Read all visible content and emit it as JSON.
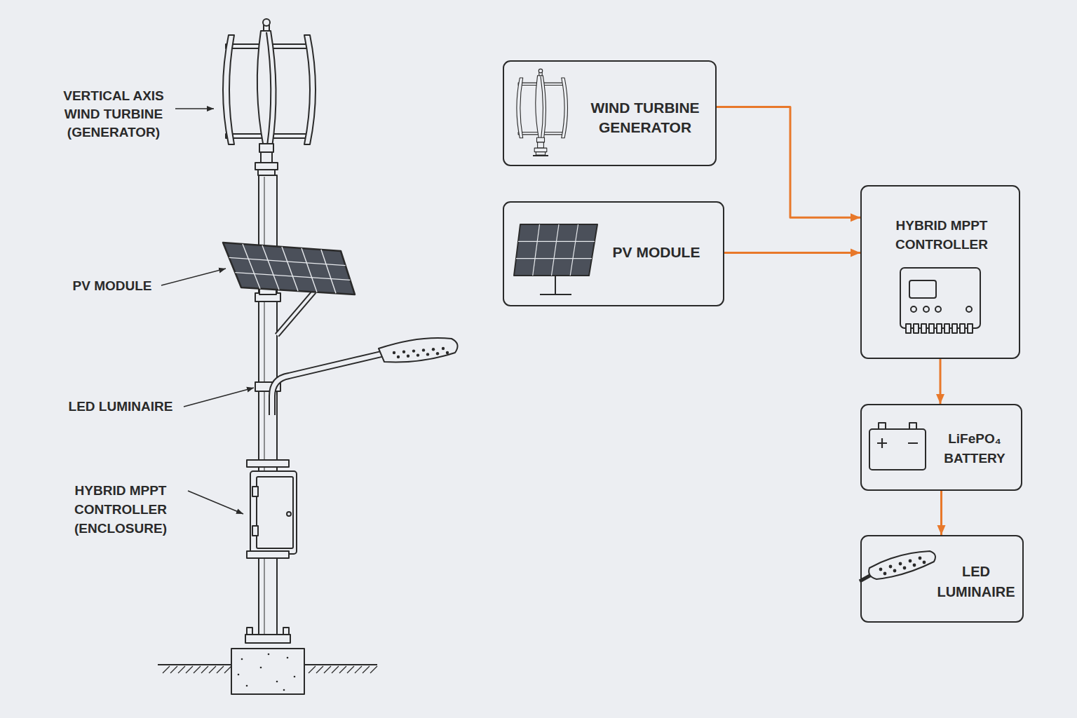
{
  "diagram": {
    "nodes": [
      {
        "text": [
          "WIND TURBINE GENERATOR"
        ]
      },
      {
        "text": [
          "PV MODULE"
        ]
      },
      {
        "text": [
          "HYBRID MPPT CONTROLLER"
        ]
      },
      {
        "text": [
          "LiFePO₄ BATTERY"
        ]
      },
      {
        "text": [
          "LED LUMINAIRE"
        ]
      }
    ],
    "edges": [
      {
        "from": 0,
        "to": 2,
        "arrow": "to"
      },
      {
        "from": 1,
        "to": 2,
        "arrow": "to"
      },
      {
        "from": 2,
        "to": 3,
        "arrow": "to"
      },
      {
        "from": 3,
        "to": 4,
        "arrow": "to"
      }
    ],
    "labels": [
      "VERTICAL AXIS WIND TURBINE (GENERATOR)",
      "PV MODULE",
      "LED LUMINAIRE",
      "HYBRID MPPT CONTROLLER (ENCLOSURE)"
    ]
  }
}
